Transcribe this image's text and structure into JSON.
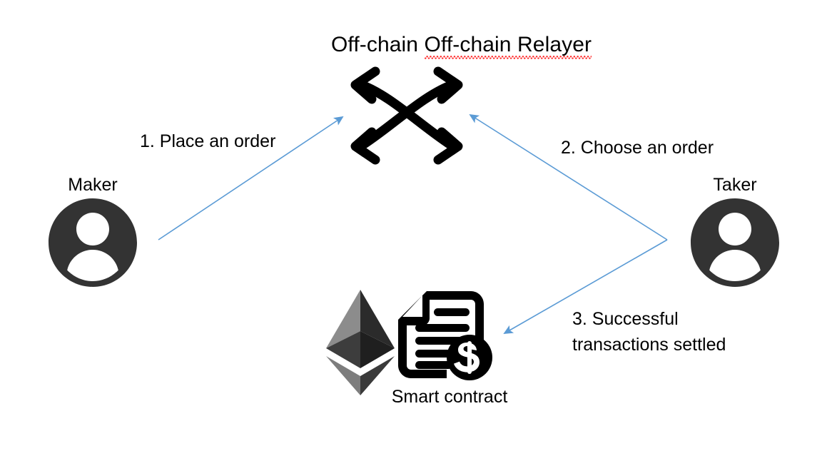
{
  "diagram": {
    "title": "Off-chain Relayer",
    "title_misspelled_word": "Relayer",
    "background_color": "#ffffff",
    "arrow_color": "#5B9BD5",
    "icon_dark_color": "#333333",
    "icon_black_color": "#000000"
  },
  "nodes": {
    "relayer": {
      "label": "Off-chain Relayer",
      "icon": "crossed-arrows-exchange-icon"
    },
    "maker": {
      "label": "Maker",
      "icon": "user-avatar-icon"
    },
    "taker": {
      "label": "Taker",
      "icon": "user-avatar-icon"
    },
    "smart_contract": {
      "label": "Smart contract",
      "icons": [
        "ethereum-logo-icon",
        "contract-document-dollar-icon"
      ]
    }
  },
  "steps": [
    {
      "id": "step-1",
      "label": "1. Place an order",
      "from": "maker",
      "to": "relayer"
    },
    {
      "id": "step-2",
      "label": "2. Choose an order",
      "from": "taker",
      "to": "relayer"
    },
    {
      "id": "step-3",
      "label_line1": "3. Successful",
      "label_line2": "transactions settled",
      "from": "taker",
      "to": "smart_contract"
    }
  ],
  "ethereum_palette": {
    "light_facet": "#8c8c8c",
    "mid_facet": "#6e6e6e",
    "dark_facet": "#2b2b2b",
    "darker_facet": "#3d3d3d"
  }
}
